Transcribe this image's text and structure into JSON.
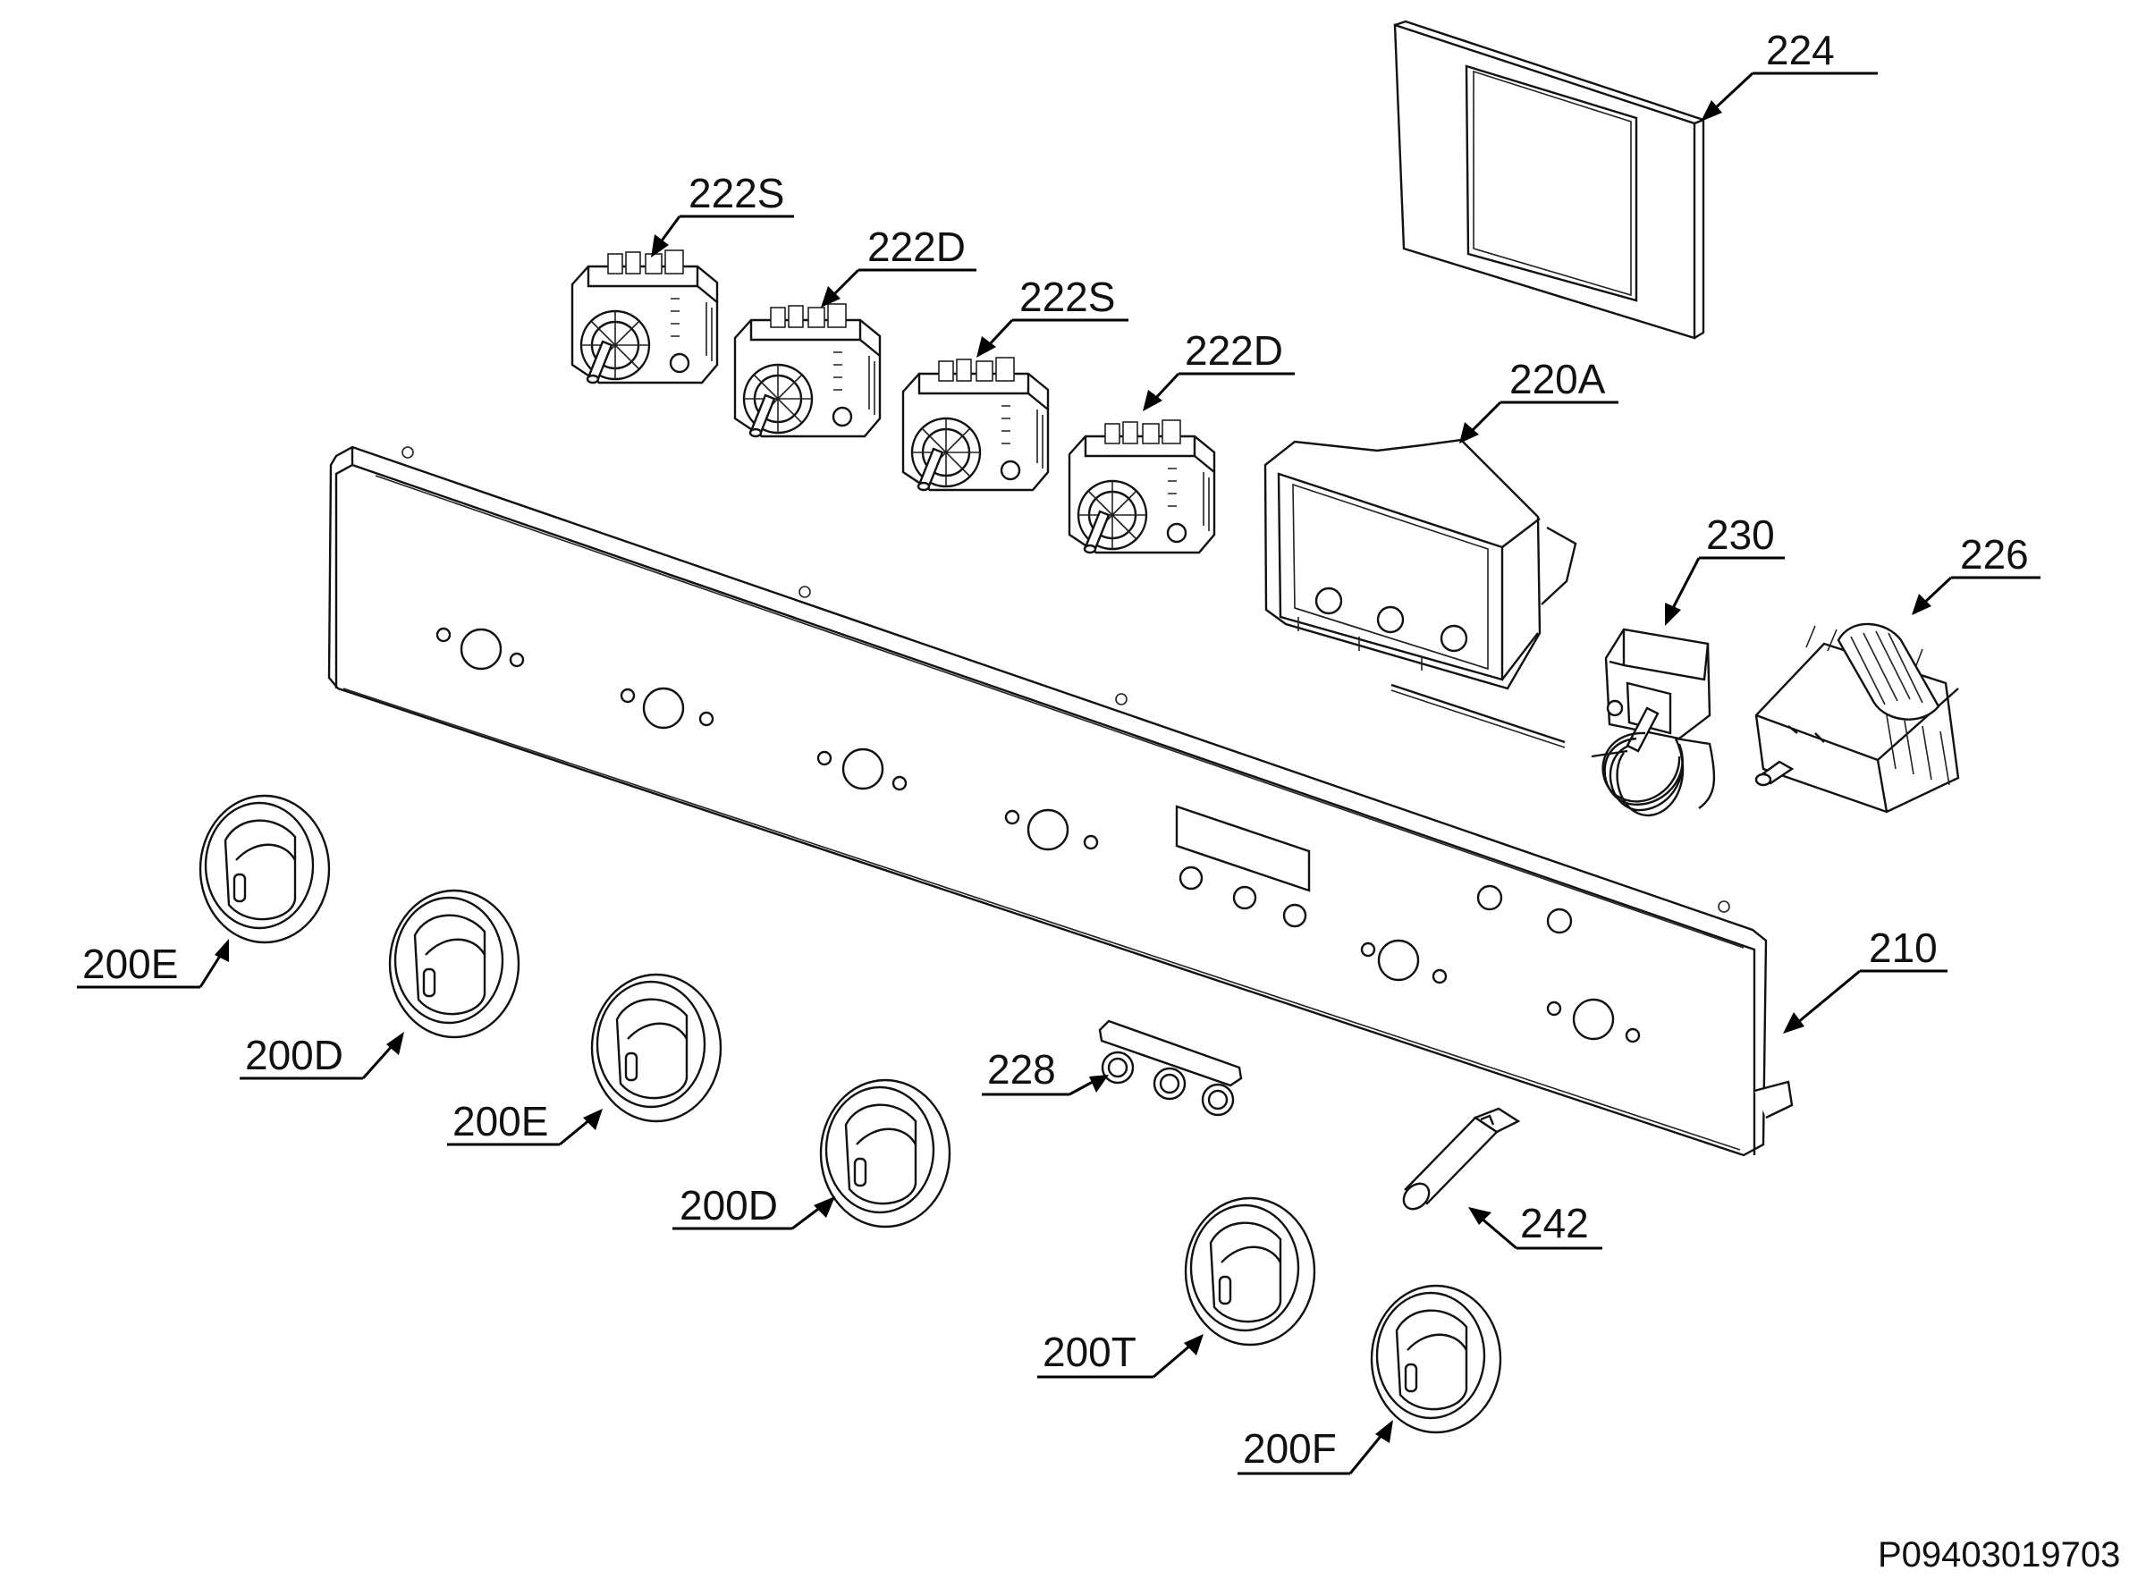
{
  "diagram": {
    "drawing_code": "P09403019703",
    "parts": [
      {
        "id": "p224",
        "label": "224"
      },
      {
        "id": "p222s1",
        "label": "222S"
      },
      {
        "id": "p222d1",
        "label": "222D"
      },
      {
        "id": "p222s2",
        "label": "222S"
      },
      {
        "id": "p222d2",
        "label": "222D"
      },
      {
        "id": "p220a",
        "label": "220A"
      },
      {
        "id": "p230",
        "label": "230"
      },
      {
        "id": "p226",
        "label": "226"
      },
      {
        "id": "p210",
        "label": "210"
      },
      {
        "id": "p200e1",
        "label": "200E"
      },
      {
        "id": "p200d1",
        "label": "200D"
      },
      {
        "id": "p200e2",
        "label": "200E"
      },
      {
        "id": "p200d2",
        "label": "200D"
      },
      {
        "id": "p228",
        "label": "228"
      },
      {
        "id": "p242",
        "label": "242"
      },
      {
        "id": "p200t",
        "label": "200T"
      },
      {
        "id": "p200f",
        "label": "200F"
      }
    ]
  }
}
